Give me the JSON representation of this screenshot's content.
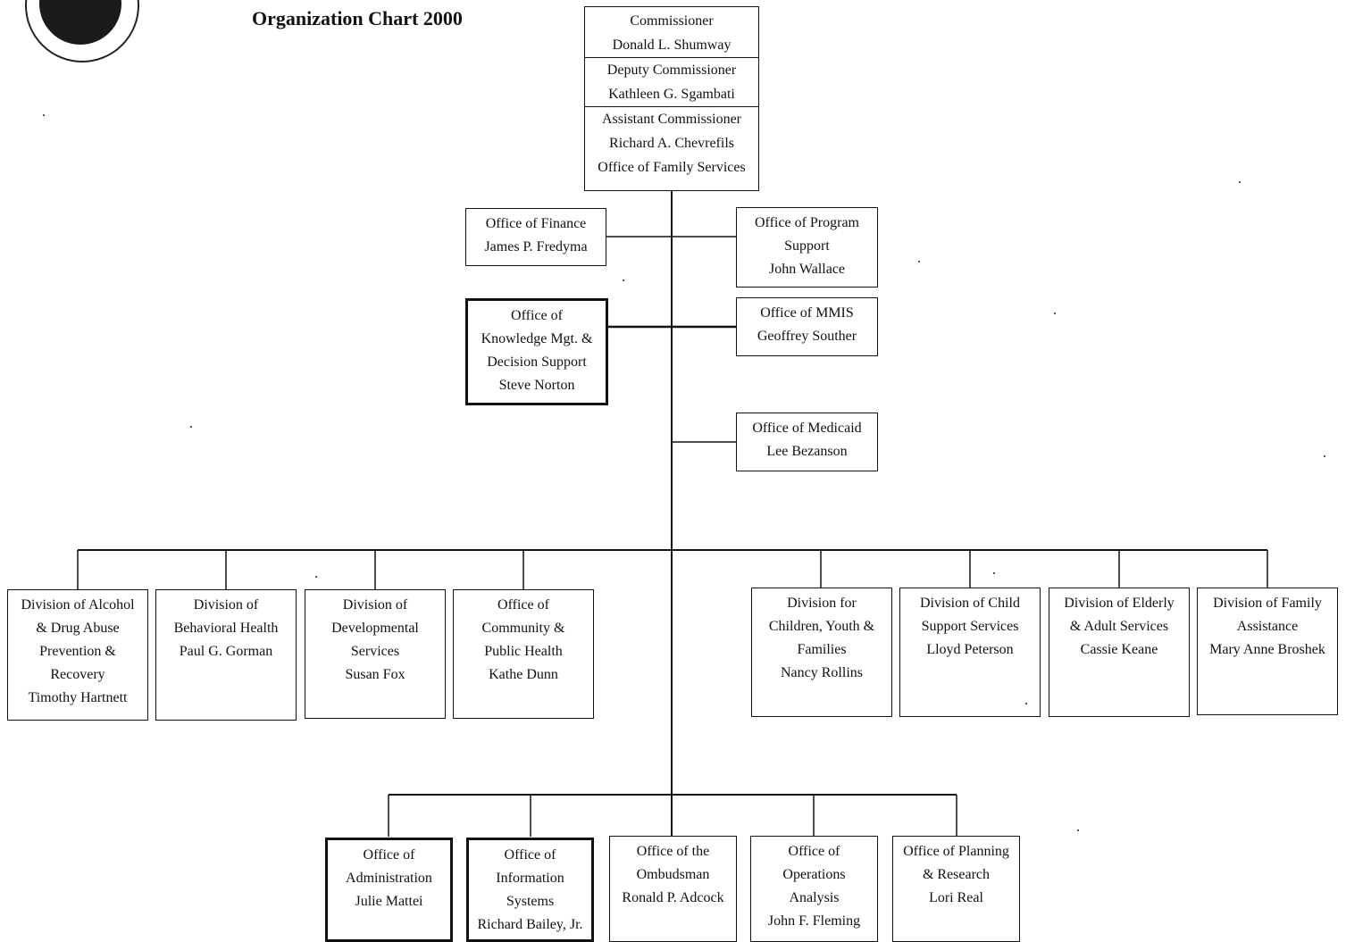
{
  "title": "Organization Chart 2000",
  "top_stack": {
    "commissioner": [
      "Commissioner",
      "Donald L. Shumway"
    ],
    "deputy": [
      "Deputy Commissioner",
      "Kathleen G. Sgambati"
    ],
    "assistant": [
      "Assistant Commissioner",
      "Richard A. Chevrefils",
      "Office of Family Services"
    ]
  },
  "staff_left": [
    {
      "lines": [
        "Office of Finance",
        "James P. Fredyma"
      ]
    },
    {
      "lines": [
        "Office of",
        "Knowledge Mgt. &",
        "Decision Support",
        "Steve Norton"
      ]
    }
  ],
  "staff_right": [
    {
      "lines": [
        "Office of Program",
        "Support",
        "John Wallace"
      ]
    },
    {
      "lines": [
        "Office of MMIS",
        "Geoffrey Souther"
      ]
    },
    {
      "lines": [
        "Office of Medicaid",
        "Lee Bezanson"
      ]
    }
  ],
  "divisions": [
    {
      "lines": [
        "Division of Alcohol",
        "& Drug Abuse",
        "Prevention &",
        "Recovery",
        "Timothy Hartnett"
      ]
    },
    {
      "lines": [
        "Division of",
        "Behavioral Health",
        "Paul G. Gorman"
      ]
    },
    {
      "lines": [
        "Division of",
        "Developmental",
        "Services",
        "Susan Fox"
      ]
    },
    {
      "lines": [
        "Office of",
        "Community &",
        "Public Health",
        "Kathe Dunn"
      ]
    },
    {
      "lines": [
        "Division for",
        "Children, Youth &",
        "Families",
        "Nancy Rollins"
      ]
    },
    {
      "lines": [
        "Division of Child",
        "Support Services",
        "Lloyd Peterson"
      ]
    },
    {
      "lines": [
        "Division of Elderly",
        "& Adult Services",
        "Cassie Keane"
      ]
    },
    {
      "lines": [
        "Division of Family",
        "Assistance",
        "Mary Anne Broshek"
      ]
    }
  ],
  "offices": [
    {
      "lines": [
        "Office of",
        "Administration",
        "Julie Mattei"
      ]
    },
    {
      "lines": [
        "Office of",
        "Information",
        "Systems",
        "Richard Bailey, Jr."
      ]
    },
    {
      "lines": [
        "Office of the",
        "Ombudsman",
        "Ronald P. Adcock"
      ]
    },
    {
      "lines": [
        "Office of",
        "Operations",
        "Analysis",
        "John F. Fleming"
      ]
    },
    {
      "lines": [
        "Office of Planning",
        "& Research",
        "Lori Real"
      ]
    }
  ]
}
